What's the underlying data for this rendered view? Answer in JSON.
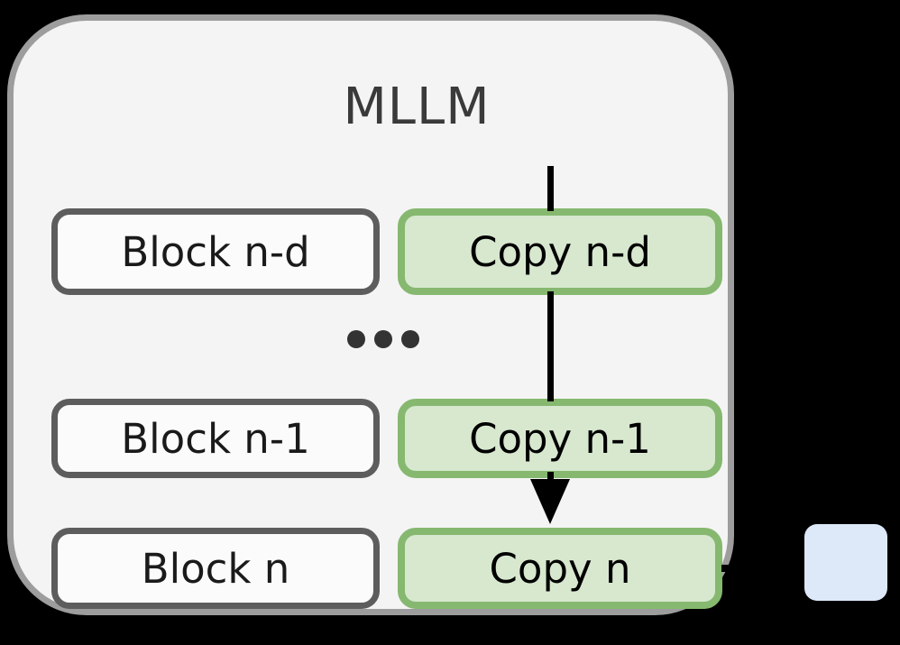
{
  "diagram": {
    "title": "MLLM",
    "container_label": "MLLM",
    "colors": {
      "container_fill": "#f4f4f4",
      "container_border": "#9d9d9d",
      "block_fill": "#fbfbfb",
      "block_border": "#5d5d5d",
      "copy_fill": "#d7e8cf",
      "copy_border": "#86b870",
      "connector": "#000000",
      "external_node_fill": "#dde8f8",
      "title_text": "#3a3a3a",
      "background": "#000000"
    },
    "rows": [
      {
        "block_label": "Block n-d",
        "copy_label": "Copy n-d"
      },
      {
        "block_label": "Block n-1",
        "copy_label": "Copy n-1"
      },
      {
        "block_label": "Block n",
        "copy_label": "Copy n"
      }
    ],
    "ellipsis": {
      "label": "...",
      "dot_count": 3
    },
    "connectors": {
      "vertical_line_name": "copy-chain-line",
      "arrow_name": "copy-chain-arrow",
      "leadout_name": "copy-n-output-line"
    },
    "external_node": {
      "label": "",
      "name": "external-blue-node"
    }
  }
}
